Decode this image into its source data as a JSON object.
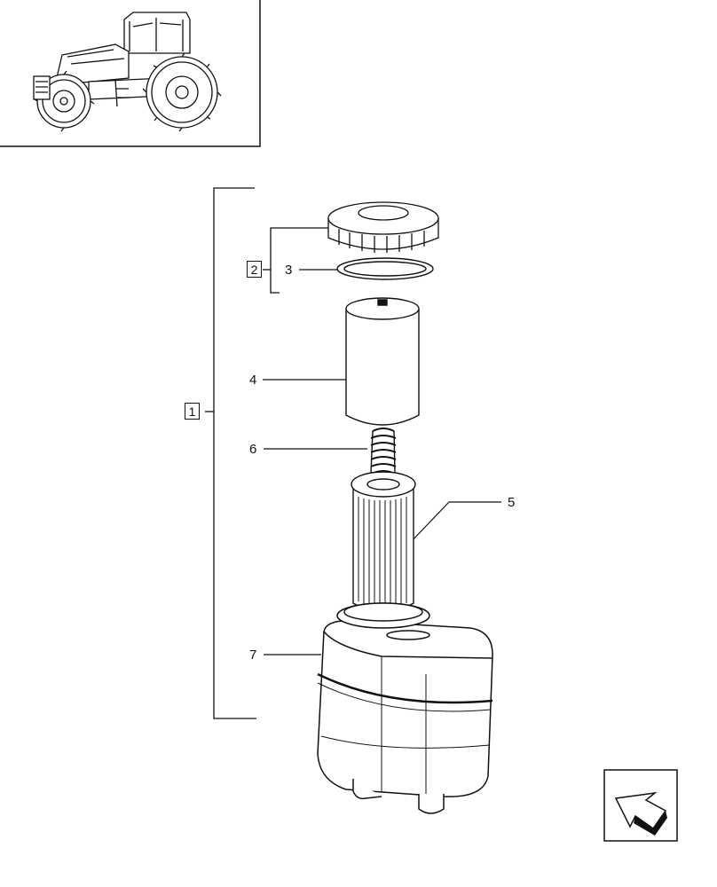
{
  "callouts": {
    "group_1": "1",
    "group_2": "2",
    "part_3": "3",
    "part_4": "4",
    "part_5": "5",
    "part_6": "6",
    "part_7": "7"
  },
  "icons": {
    "thumbnail": "tractor-icon",
    "navigation": "back-arrow-icon"
  }
}
